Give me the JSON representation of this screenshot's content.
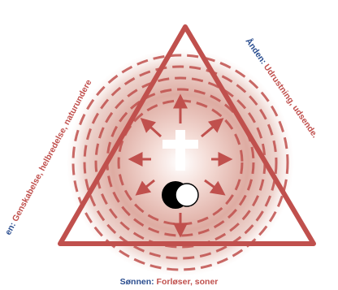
{
  "diagram": {
    "left_side": {
      "role": "en:",
      "description": " Genskabelse, helbredelse, naturundere"
    },
    "right_side": {
      "role": "Ånden:",
      "description": " Udrustning, udsende."
    },
    "bottom": {
      "role": "Sønnen:",
      "description": " Forløser, soner"
    },
    "center_symbol": "cross-icon",
    "inner_symbol": "yin-yang-toggle-icon",
    "colors": {
      "triangle": "#c0504d",
      "role_text": "#2a4d8f",
      "description_text": "#c0504d",
      "glow": "#c98a80",
      "cross": "#ffffff"
    }
  }
}
